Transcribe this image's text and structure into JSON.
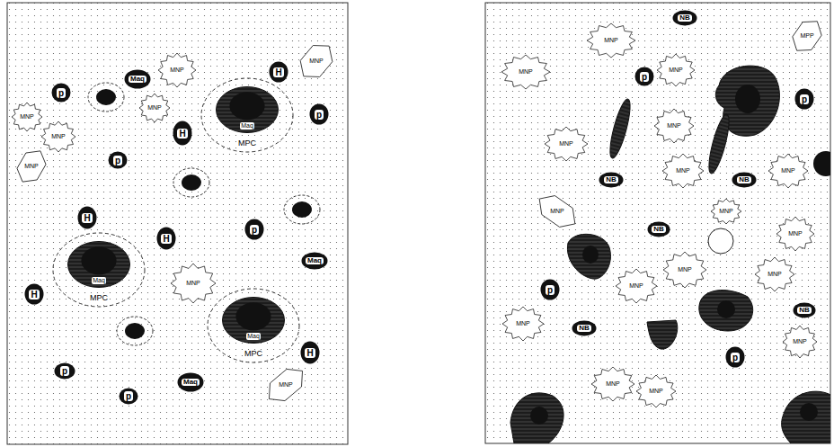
{
  "diagram": {
    "nodes": [
      {
        "text": [
          "p"
        ]
      },
      {
        "text": [
          "Maq"
        ]
      },
      {
        "text": [
          "MNP"
        ]
      },
      {
        "text": [
          "H"
        ]
      },
      {
        "text": [
          "MNP"
        ]
      },
      {
        "text": [
          "MNP"
        ]
      },
      {
        "text": [
          "MNP"
        ]
      },
      {
        "text": [
          "MPC"
        ]
      },
      {
        "text": [
          "Maq"
        ],
        "in": 7
      },
      {
        "text": [
          "p"
        ]
      },
      {
        "text": [
          "MNP"
        ]
      },
      {
        "text": [
          "H"
        ]
      },
      {
        "text": [
          "p"
        ]
      },
      {
        "text": [
          "MNP"
        ]
      },
      {
        "text": [
          "H"
        ]
      },
      {
        "text": [
          "H"
        ]
      },
      {
        "text": [
          "p"
        ]
      },
      {
        "text": [
          "Maq"
        ]
      },
      {
        "text": [
          "MPC"
        ]
      },
      {
        "text": [
          "Maq"
        ],
        "in": 18
      },
      {
        "text": [
          "MNP"
        ]
      },
      {
        "text": [
          "H"
        ]
      },
      {
        "text": [
          "MPC"
        ]
      },
      {
        "text": [
          "Maq"
        ],
        "in": 22
      },
      {
        "text": [
          "H"
        ]
      },
      {
        "text": [
          "p"
        ]
      },
      {
        "text": [
          "Maq"
        ]
      },
      {
        "text": [
          "p"
        ]
      },
      {
        "text": [
          "MNP"
        ]
      },
      {
        "text": [
          "NB"
        ]
      },
      {
        "text": [
          "MNP"
        ]
      },
      {
        "text": [
          "MPP"
        ]
      },
      {
        "text": [
          "MNP"
        ]
      },
      {
        "text": [
          "p"
        ]
      },
      {
        "text": [
          "MNP"
        ]
      },
      {
        "text": [
          "p"
        ]
      },
      {
        "text": [
          "MNP"
        ]
      },
      {
        "text": [
          "MNP"
        ]
      },
      {
        "text": [
          "MNP"
        ]
      },
      {
        "text": [
          "NB"
        ]
      },
      {
        "text": [
          "MNP"
        ]
      },
      {
        "text": [
          "NB"
        ]
      },
      {
        "text": [
          "MNP"
        ]
      },
      {
        "text": [
          "MNP"
        ]
      },
      {
        "text": [
          "NB"
        ]
      },
      {
        "text": [
          "MNP"
        ]
      },
      {
        "text": [
          "MNP"
        ]
      },
      {
        "text": [
          "MNP"
        ]
      },
      {
        "text": [
          "p"
        ]
      },
      {
        "text": [
          "MNP"
        ]
      },
      {
        "text": [
          "NB"
        ]
      },
      {
        "text": [
          "MNP"
        ]
      },
      {
        "text": [
          "NB"
        ]
      },
      {
        "text": [
          "MNP"
        ]
      },
      {
        "text": [
          "p"
        ]
      },
      {
        "text": [
          "MNP"
        ]
      },
      {
        "text": [
          "MNP"
        ]
      }
    ]
  }
}
